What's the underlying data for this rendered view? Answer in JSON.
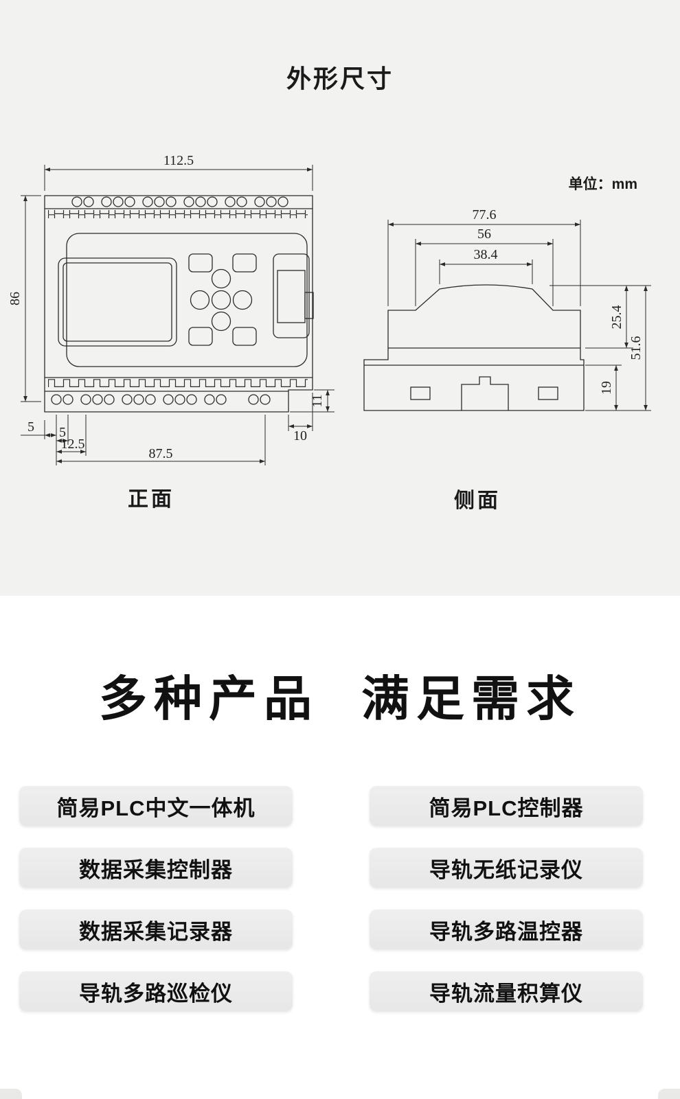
{
  "dimensions_section": {
    "title": "外形尺寸",
    "unit_label": "单位：mm",
    "front_view": {
      "label": "正面",
      "dims": {
        "width": "112.5",
        "height": "86",
        "edge_to_hole": "5",
        "hole_pitch": "5",
        "hole_offset": "12.5",
        "hole_span": "87.5",
        "terminal_height": "11",
        "right_inset": "10"
      }
    },
    "side_view": {
      "label": "侧面",
      "dims": {
        "total_width": "77.6",
        "body_width": "56",
        "top_width": "38.4",
        "upper_height": "25.4",
        "total_height": "51.6",
        "base_height": "19"
      }
    }
  },
  "products_section": {
    "heading_left": "多种产品",
    "heading_right": "满足需求",
    "left_column": [
      "简易PLC中文一体机",
      "数据采集控制器",
      "数据采集记录器",
      "导轨多路巡检仪"
    ],
    "right_column": [
      "简易PLC控制器",
      "导轨无纸记录仪",
      "导轨多路温控器",
      "导轨流量积算仪"
    ]
  }
}
